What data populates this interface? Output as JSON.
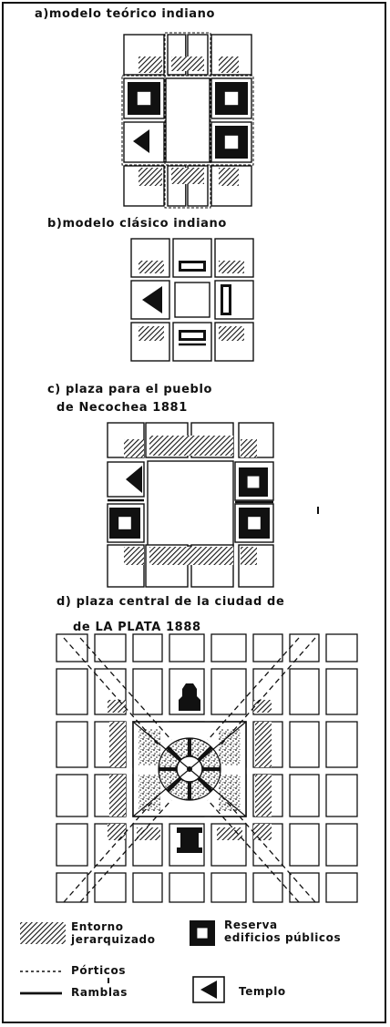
{
  "sections": {
    "a": {
      "title": "a)modelo teórico indiano"
    },
    "b": {
      "title": "b)modelo clásico indiano"
    },
    "c": {
      "title_line1": "c) plaza para el pueblo",
      "title_line2": "de Necochea 1881"
    },
    "d": {
      "title_line1": "d) plaza central de la ciudad de",
      "title_line2": "de LA PLATA 1888"
    }
  },
  "legend": {
    "entorno": "Entorno jerarquizado",
    "entorno_line1": "Entorno",
    "entorno_line2": "jerarquizado",
    "reserva_line1": "Reserva",
    "reserva_line2": "edificios públicos",
    "porticos": "Pórticos",
    "ramblas": "Ramblas",
    "templo": "Templo"
  },
  "colors": {
    "ink": "#111111",
    "paper": "#ffffff"
  }
}
